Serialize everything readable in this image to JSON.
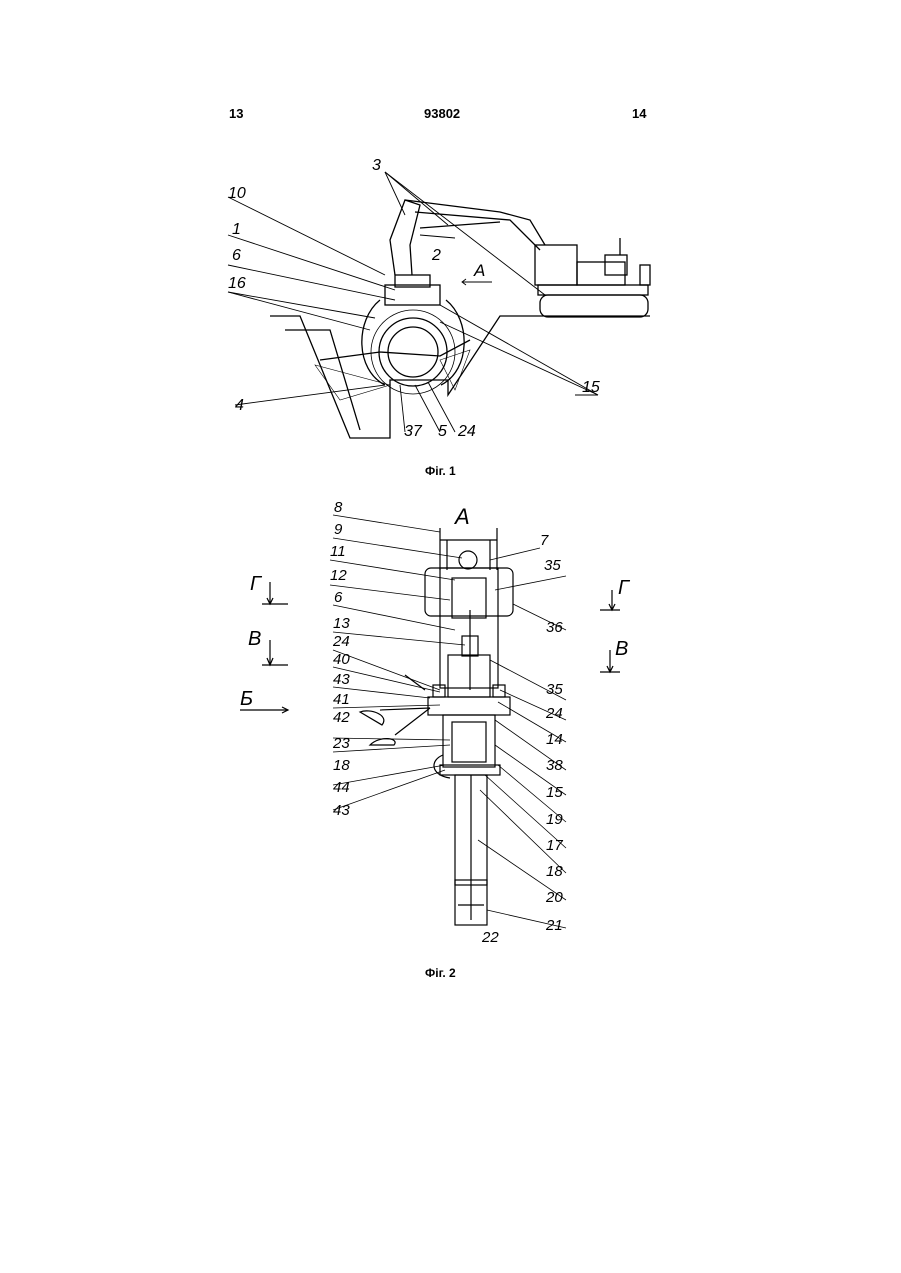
{
  "header": {
    "left_page": "13",
    "patent_number": "93802",
    "right_page": "14"
  },
  "fig1": {
    "caption": "Фіг. 1",
    "direction_label": "А",
    "labels": [
      "3",
      "10",
      "1",
      "6",
      "16",
      "2",
      "4",
      "37",
      "5",
      "24",
      "15"
    ]
  },
  "fig2": {
    "caption": "Фіг. 2",
    "view_label": "А",
    "section_labels": [
      "Г",
      "Г",
      "В",
      "В",
      "Б"
    ],
    "labels_left": [
      "8",
      "9",
      "11",
      "12",
      "6",
      "13",
      "24",
      "40",
      "43",
      "41",
      "42",
      "23",
      "18",
      "44",
      "43"
    ],
    "labels_right": [
      "7",
      "35",
      "36",
      "35",
      "24",
      "14",
      "38",
      "15",
      "19",
      "17",
      "18",
      "20",
      "21",
      "22"
    ]
  }
}
